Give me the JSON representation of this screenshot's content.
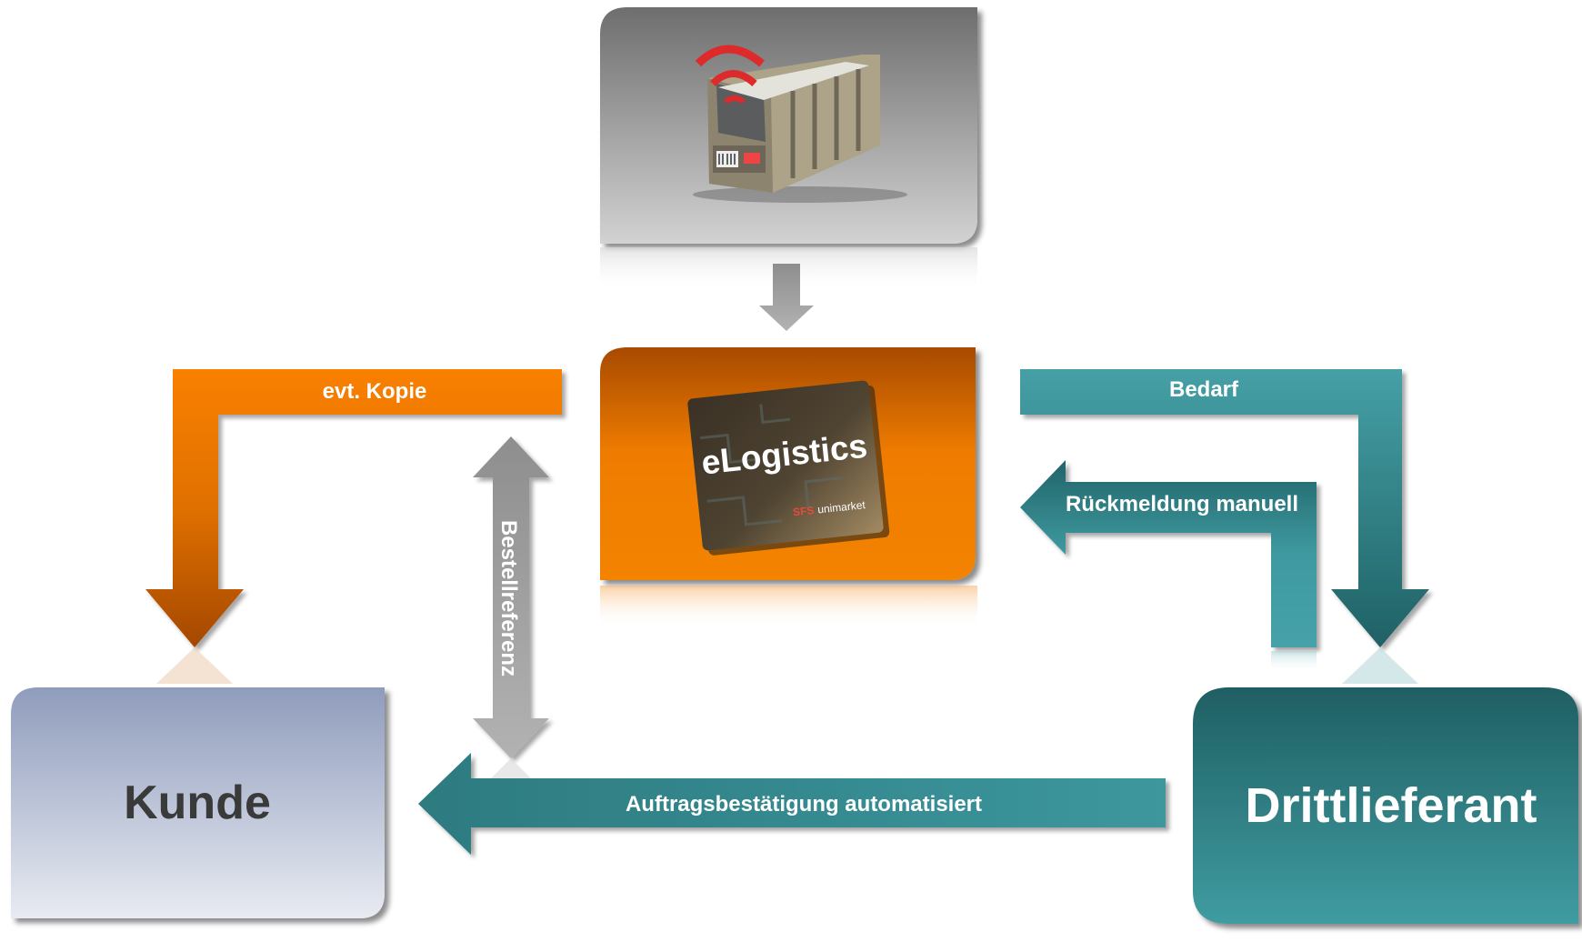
{
  "nodes": {
    "container": {
      "icon": "rfid-waste-container-icon"
    },
    "elogistics": {
      "card_title": "eLogistics",
      "card_brand": "SFS",
      "card_sub": "unimarket"
    },
    "kunde": {
      "label": "Kunde"
    },
    "drittlieferant": {
      "label": "Drittlieferant"
    }
  },
  "edges": {
    "kopie": {
      "label": "evt. Kopie"
    },
    "bedarf": {
      "label": "Bedarf"
    },
    "rueckmeldung": {
      "label": "Rückmeldung manuell"
    },
    "bestellreferenz": {
      "label": "Bestellreferenz"
    },
    "auftrag": {
      "label": "Auftragsbestätigung automatisiert"
    }
  },
  "colors": {
    "orange": "#f07d00",
    "orange_dark": "#a84800",
    "teal": "#3e9aa0",
    "teal_dark": "#1f6165",
    "gray": "#9a9a9a",
    "kunde_top": "#8f9cbc",
    "kunde_bottom": "#e6e9f1",
    "text_dark": "#3a3a3a"
  }
}
